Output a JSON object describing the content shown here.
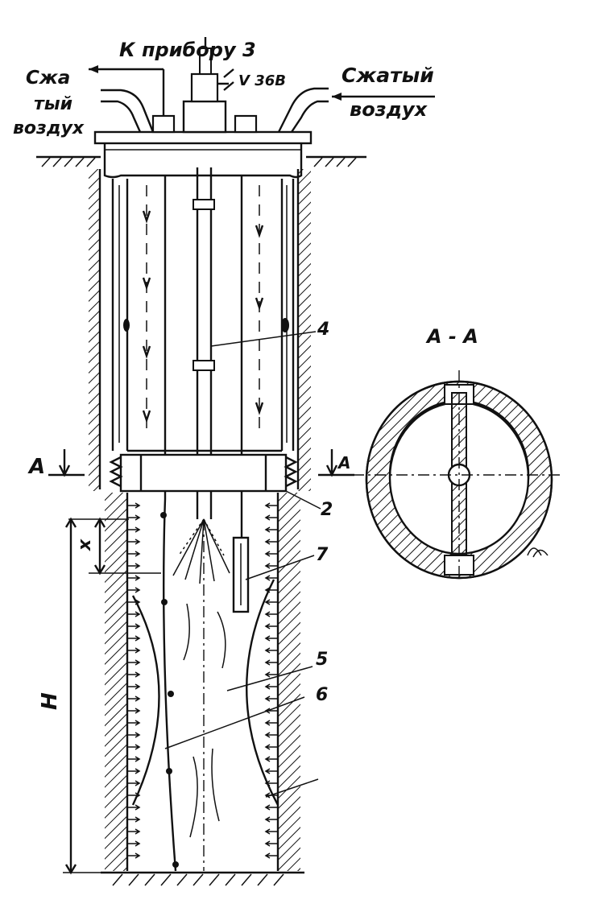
{
  "labels": {
    "to_device": "К прибору 3",
    "voltage": "V 36В",
    "air_left_line1": "Сжа",
    "air_left_line2": "тый",
    "air_left_line3": "воздух",
    "air_right_line1": "Сжатый",
    "air_right_line2": "воздух",
    "section_title": "А - А",
    "section_mark_left": "А",
    "section_mark_right": "А",
    "dim_x": "x",
    "dim_H": "Н",
    "callout_2": "2",
    "callout_4": "4",
    "callout_5": "5",
    "callout_6": "6",
    "callout_7": "7"
  }
}
